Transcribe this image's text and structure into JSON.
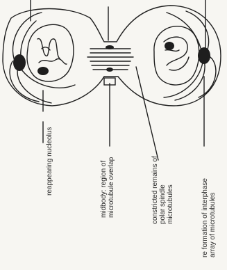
{
  "labels": {
    "nucleolus": "reappearing nucleolus",
    "midbody": [
      "midbody: region of",
      "microtubule overlap"
    ],
    "polar": [
      "constricted remains of",
      "polar spindle",
      "microtubules"
    ],
    "interphase": [
      "re formation of interphase",
      "array of microtubules"
    ]
  },
  "colors": {
    "ink": "#1e1e1e",
    "paper": "#f7f6f2"
  }
}
